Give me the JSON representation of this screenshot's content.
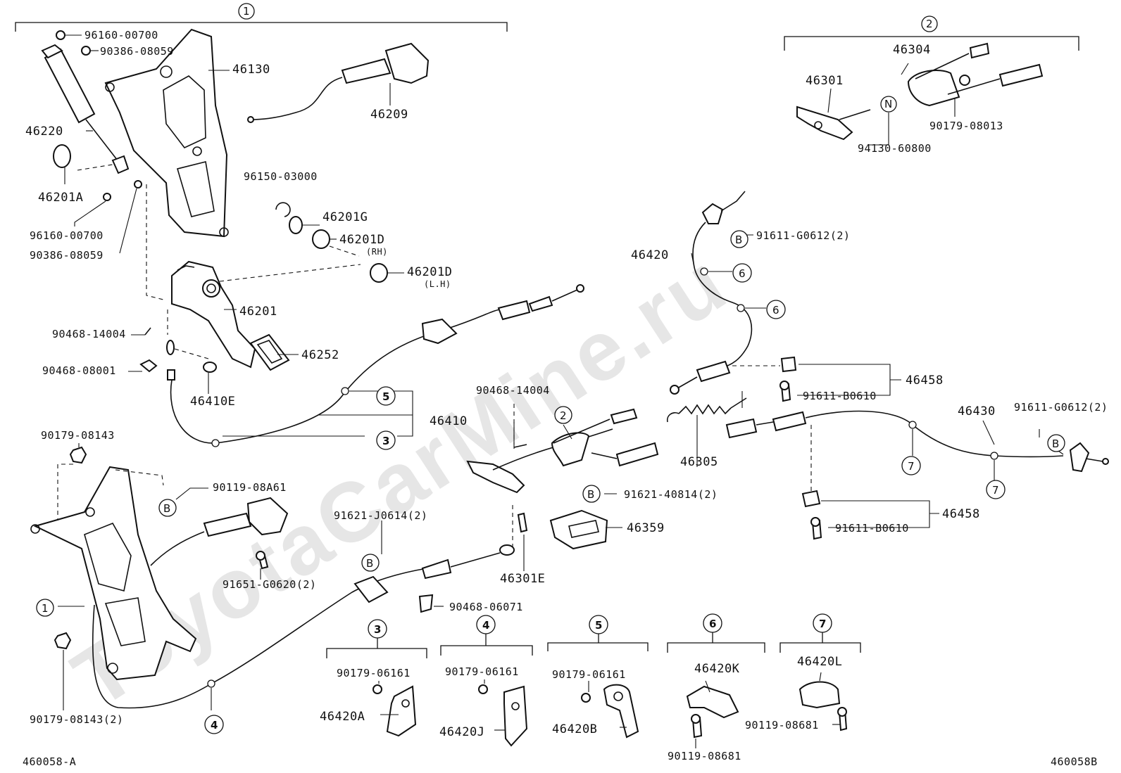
{
  "diagram": {
    "watermark": "ToyotaCarMine.ru",
    "corner_left": "460058-A",
    "corner_right": "460058B",
    "groups": {
      "g1_top": "1",
      "g2_top": "2"
    },
    "labels": {
      "p96160_00700_a": "96160-00700",
      "p90386_08059_a": "90386-08059",
      "p46130": "46130",
      "p46209": "46209",
      "p46220": "46220",
      "p46201A": "46201A",
      "p96160_00700_b": "96160-00700",
      "p90386_08059_b": "90386-08059",
      "p96150_03000": "96150-03000",
      "p46201G": "46201G",
      "p46201D_rh": "46201D",
      "rh": "(RH)",
      "p46201D_lh": "46201D",
      "lh": "(L.H)",
      "p46201": "46201",
      "p90468_14004_a": "90468-14004",
      "p46252": "46252",
      "p90468_08001": "90468-08001",
      "p46410E": "46410E",
      "p46410": "46410",
      "p90179_08143": "90179-08143",
      "p90119_08A61": "90119-08A61",
      "p91621_J0614": "91621-J0614(2)",
      "p91651_G0620": "91651-G0620(2)",
      "p90179_08143_2": "90179-08143(2)",
      "p46304": "46304",
      "p46301": "46301",
      "p90179_08013": "90179-08013",
      "p94130_60800": "94130-60800",
      "p46420": "46420",
      "p91611_G0612_a": "91611-G0612(2)",
      "p46458_a": "46458",
      "p91611_B0610_a": "91611-B0610",
      "p90468_14004_b": "90468-14004",
      "p46305": "46305",
      "p46430": "46430",
      "p91611_G0612_b": "91611-G0612(2)",
      "p91621_40814": "91621-40814(2)",
      "p46359": "46359",
      "p46458_b": "46458",
      "p91611_B0610_b": "91611-B0610",
      "p46301E": "46301E",
      "p90468_06071": "90468-06071",
      "p90179_06161_a": "90179-06161",
      "p46420A": "46420A",
      "p90179_06161_b": "90179-06161",
      "p46420J": "46420J",
      "p90179_06161_c": "90179-06161",
      "p46420B": "46420B",
      "p46420K": "46420K",
      "p90119_08681_a": "90119-08681",
      "p46420L": "46420L",
      "p90119_08681_b": "90119-08681"
    },
    "refs": {
      "b": "B",
      "n": "N",
      "r1": "1",
      "r2": "2",
      "r3": "3",
      "r4": "4",
      "r5": "5",
      "r6": "6",
      "r7": "7"
    }
  }
}
